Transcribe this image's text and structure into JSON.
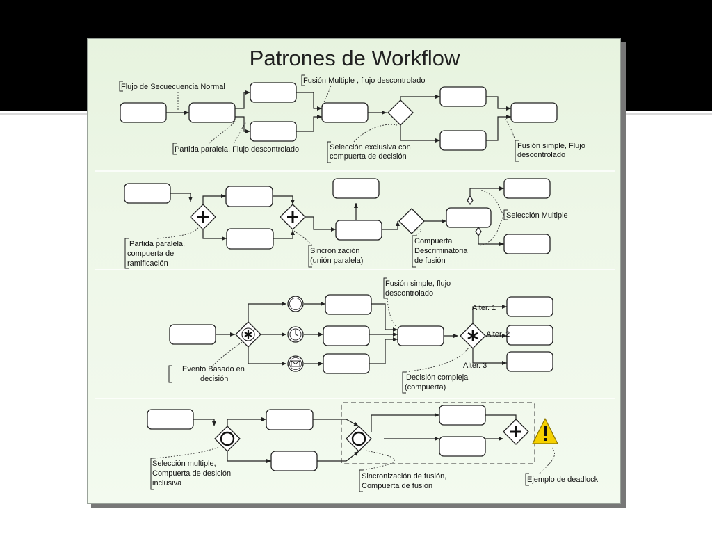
{
  "slide": {
    "title": "Patrones de Workflow"
  },
  "labels": {
    "flujo_normal": "Flujo de Secuecuencia Normal",
    "fusion_multiple": "Fusión Multiple , flujo descontrolado",
    "partida_paralela_1": "Partida paralela, Flujo descontrolado",
    "seleccion_exclusiva": [
      "Selección exclusiva con",
      "compuerta de decisión"
    ],
    "fusion_simple_1": [
      "Fusión simple, Flujo",
      "descontrolado"
    ],
    "partida_paralela_2": [
      "Partida paralela,",
      "compuerta de",
      "ramificación"
    ],
    "sincronizacion": [
      "Sincronización",
      "(unión paralela)"
    ],
    "compuerta_discriminatoria": [
      "Compuerta",
      "Descriminatoria",
      "de fusión"
    ],
    "seleccion_multiple": "Selección Multiple",
    "fusion_simple_2": [
      "Fusión simple, flujo",
      "descontrolado"
    ],
    "evento_basado": [
      "Evento Basado en",
      "decisión"
    ],
    "decision_compleja": [
      "Decisión compleja",
      "(compuerta)"
    ],
    "alter_1": "Alter. 1",
    "alter_2": "Alter. 2",
    "alter_3": "Alter. 3",
    "seleccion_inclusiva": [
      "Selección multiple,",
      "Compuerta de desición",
      "inclusiva"
    ],
    "sincronizacion_fusion": [
      "Sincronización de fusión,",
      "Compuerta de fusión"
    ],
    "deadlock": "Ejemplo de deadlock"
  },
  "icons": [
    "plus-gateway-icon",
    "asterisk-gateway-icon",
    "inclusive-gateway-icon",
    "empty-event-icon",
    "timer-event-icon",
    "message-event-icon",
    "warning-icon"
  ],
  "colors": {
    "slide_background": "#eef7e8",
    "warning": "#f5d000",
    "frame_band": "#000000"
  }
}
